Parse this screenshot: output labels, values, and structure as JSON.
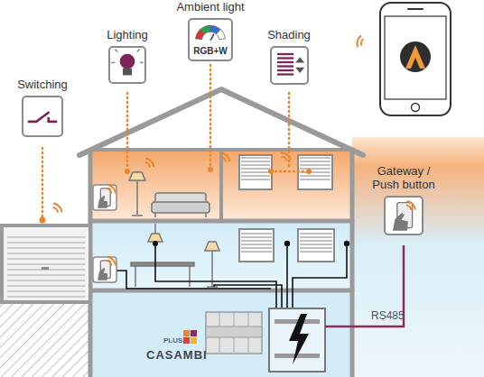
{
  "diagram": {
    "nodes": [
      {
        "text": [
          "Switching"
        ]
      },
      {
        "text": [
          "Lighting"
        ]
      },
      {
        "text": [
          "Ambient light",
          "RGB+W"
        ]
      },
      {
        "text": [
          "Shading"
        ]
      },
      {
        "text": [
          "Gateway / Push button"
        ]
      }
    ],
    "labels": [
      "RS485",
      "PLUS",
      "CASAMBI"
    ]
  }
}
